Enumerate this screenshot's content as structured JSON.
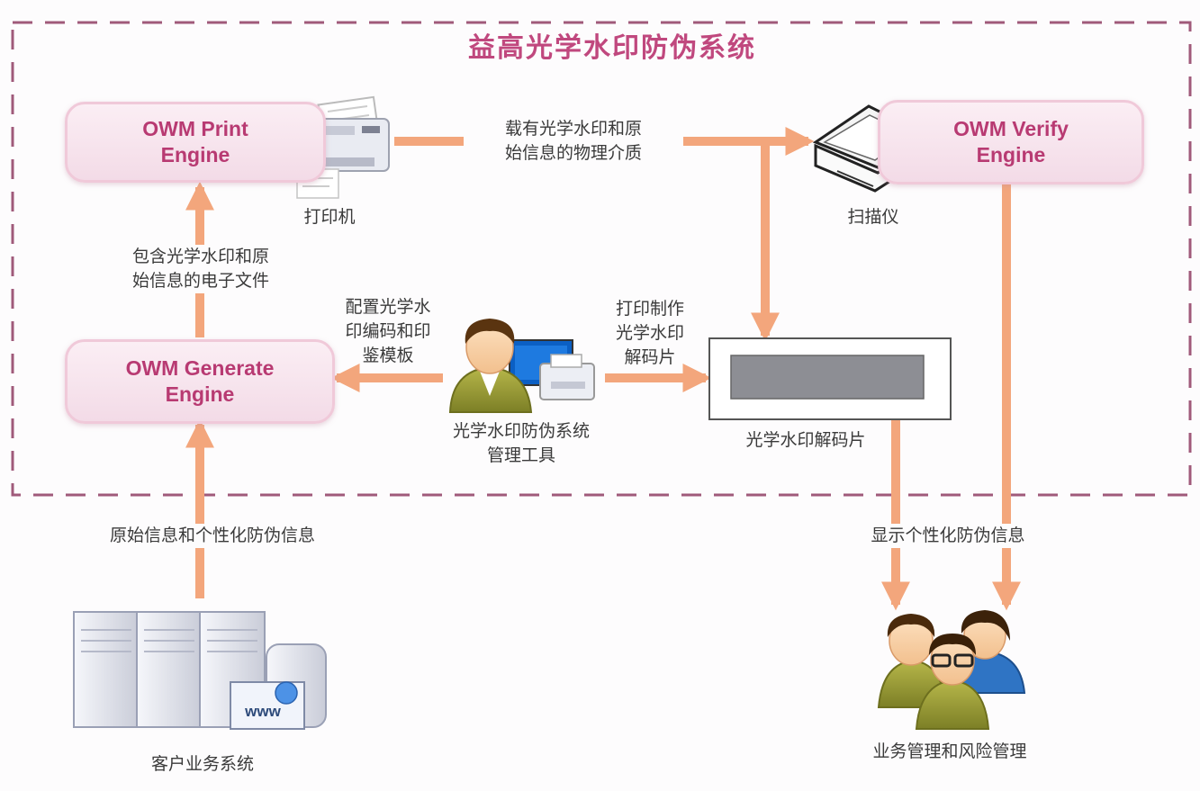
{
  "title": "益高光学水印防伪系统",
  "engines": {
    "print": "OWM Print\nEngine",
    "verify": "OWM Verify\nEngine",
    "generate": "OWM Generate\nEngine"
  },
  "devices": {
    "printer": "打印机",
    "scanner": "扫描仪",
    "admin_tool": "光学水印防伪系统\n管理工具",
    "decoder": "光学水印解码片",
    "client_system": "客户业务系统",
    "business_mgmt": "业务管理和风险管理"
  },
  "flows": {
    "media": "载有光学水印和原\n始信息的物理介质",
    "electronic_file": "包含光学水印和原\n始信息的电子文件",
    "config_template": "配置光学水\n印编码和印\n鉴模板",
    "print_decoder": "打印制作\n光学水印\n解码片",
    "original_info": "原始信息和个性化防伪信息",
    "display_info": "显示个性化防伪信息"
  },
  "colors": {
    "title": "#c0487e",
    "engine_text": "#b83a72",
    "arrow": "#f3a67c",
    "dashed_border": "#a05a7a"
  }
}
